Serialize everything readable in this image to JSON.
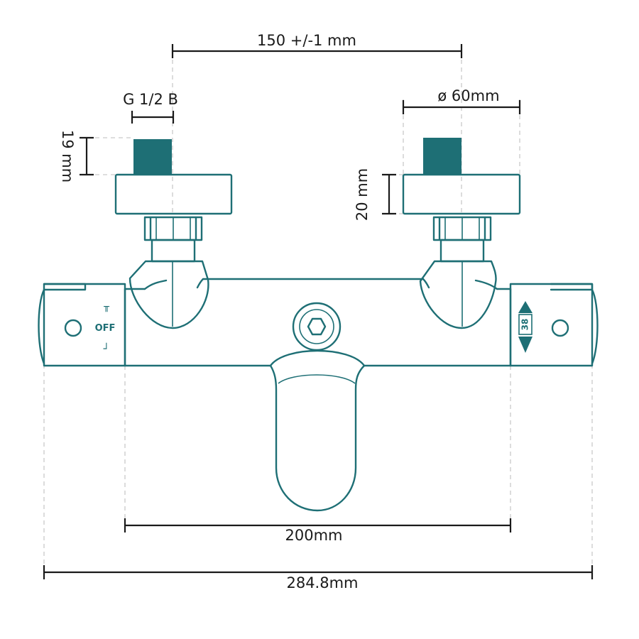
{
  "colors": {
    "body_stroke": "#1e6f75",
    "dimension_line": "#1a1a1a",
    "guide_line": "#c9c9c9"
  },
  "dimensions": {
    "inlet_spacing": "150 +/-1 mm",
    "thread": "G 1/2 B",
    "thread_length": "19 mm",
    "cover_diameter": "ø 60mm",
    "cover_depth": "20 mm",
    "body_length": "200mm",
    "overall_length": "284.8mm"
  },
  "left_handle": {
    "label": "OFF"
  },
  "right_handle": {
    "label": "38"
  }
}
